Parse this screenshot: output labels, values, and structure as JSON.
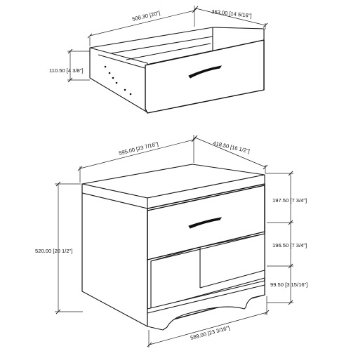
{
  "drawer": {
    "width_label": "508.30  [20\"]",
    "depth_label": "363.00  [14 5/16\"]",
    "height_label": "110.50  [4 3/8\"]"
  },
  "nightstand": {
    "width_label": "595.00  [23 7/16\"]",
    "depth_label": "418.50  [16 1/2\"]",
    "height_label": "520.00  [20 1/2\"]",
    "drawer_height_label": "197.50  [7 3/4\"]",
    "shelf_height_label": "196.50  [7 3/4\"]",
    "base_height_label": "99.50  [3 15/16\"]",
    "base_width_label": "589.00  [23 3/16\"]"
  },
  "colors": {
    "line": "#1a1a1a",
    "background": "#ffffff",
    "handle": "#111111"
  }
}
